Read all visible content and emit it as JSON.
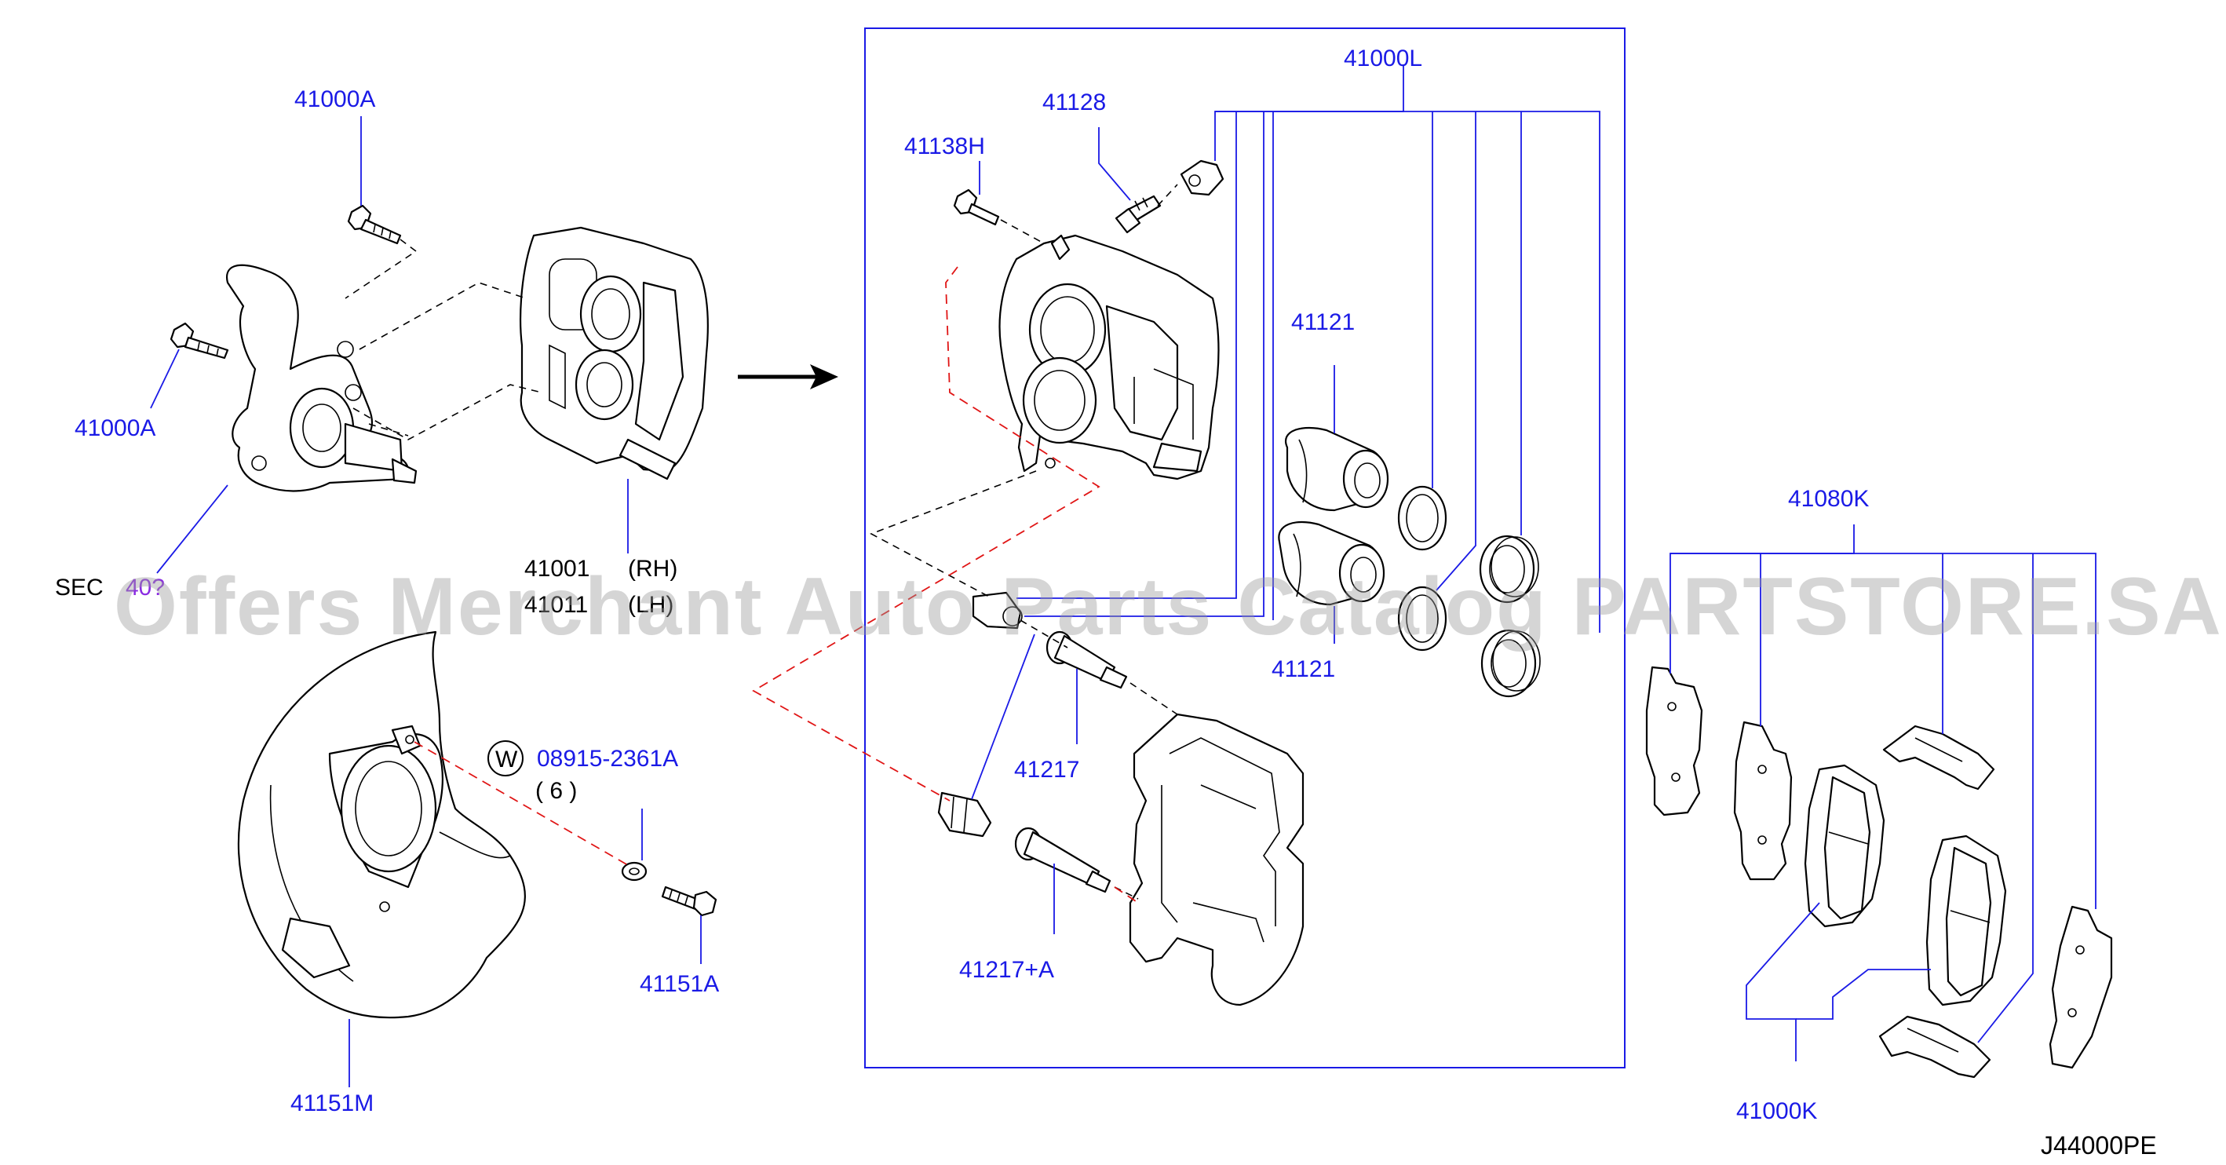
{
  "diagram_code": "J44000PE",
  "watermark": "Offers Merchant Auto Parts Catalog PARTSTORE.SA",
  "callouts": {
    "p41000A_top": "41000A",
    "p41000A_left": "41000A",
    "sec_prefix": "SEC",
    "sec_number": "40?",
    "p41001": "41001",
    "rh": "(RH)",
    "p41011": "41011",
    "lh": "(LH)",
    "p08915": "08915-2361A",
    "w_symbol": "W",
    "qty": "( 6 )",
    "p41151A": "41151A",
    "p41151M": "41151M",
    "p41000L": "41000L",
    "p41128": "41128",
    "p41138H": "41138H",
    "p41121_top": "41121",
    "p41121_bottom": "41121",
    "p41217": "41217",
    "p41217A": "41217+A",
    "p41080K": "41080K",
    "p41000K": "41000K"
  },
  "colors": {
    "callout": "#1a1ae6",
    "outline": "#000000",
    "red_guide": "#e01515",
    "watermark": "#9a9a9a"
  }
}
